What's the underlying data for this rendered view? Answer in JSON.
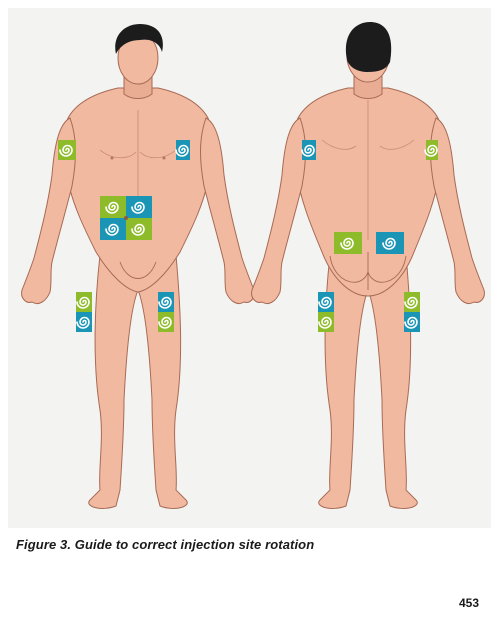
{
  "figure": {
    "caption": "Figure 3. Guide to correct injection site rotation",
    "page_number": "453"
  },
  "colors": {
    "skin": "#f0b9a0",
    "skin_shade": "#d9987d",
    "outline": "#a86a55",
    "hair": "#1c1c1c",
    "site_green": "#8dbb2a",
    "site_blue": "#1a95b5",
    "panel": "#f3f3f1"
  },
  "icons": [
    "swirl-icon"
  ],
  "views": [
    "front-view",
    "back-view"
  ]
}
